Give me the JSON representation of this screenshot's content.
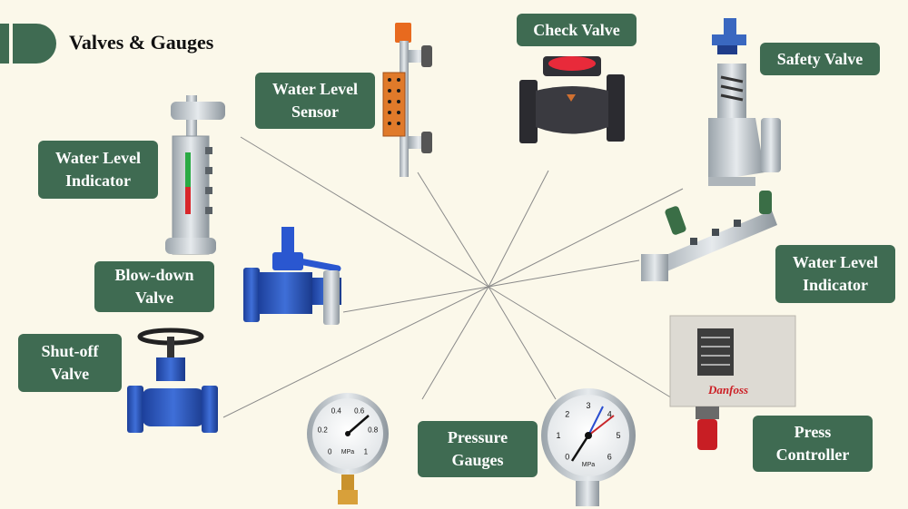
{
  "title": "Valves & Gauges",
  "colors": {
    "background": "#fbf8ea",
    "label_bg": "#3f6b52",
    "label_text": "#ffffff",
    "accent_bar": "#3f6b52",
    "lines": "#8a8a8a"
  },
  "labels": {
    "water_level_sensor": [
      "Water Level",
      "Sensor"
    ],
    "check_valve": [
      "Check Valve"
    ],
    "safety_valve": [
      "Safety Valve"
    ],
    "water_level_indicator_left": [
      "Water Level",
      "Indicator"
    ],
    "blow_down_valve": [
      "Blow-down",
      "Valve"
    ],
    "shut_off_valve": [
      "Shut-off",
      "Valve"
    ],
    "water_level_indicator_right": [
      "Water Level",
      "Indicator"
    ],
    "pressure_gauges": [
      "Pressure",
      "Gauges"
    ],
    "press_controller": [
      "Press",
      "Controller"
    ]
  },
  "gauge_left": {
    "ticks": [
      "0",
      "0.2",
      "0.4",
      "0.6",
      "0.8",
      "1"
    ],
    "unit": "MPa"
  },
  "gauge_right": {
    "ticks": [
      "0",
      "1",
      "2",
      "3",
      "4",
      "5",
      "6"
    ],
    "unit": "MPa"
  },
  "controller_brand": "Danfoss"
}
